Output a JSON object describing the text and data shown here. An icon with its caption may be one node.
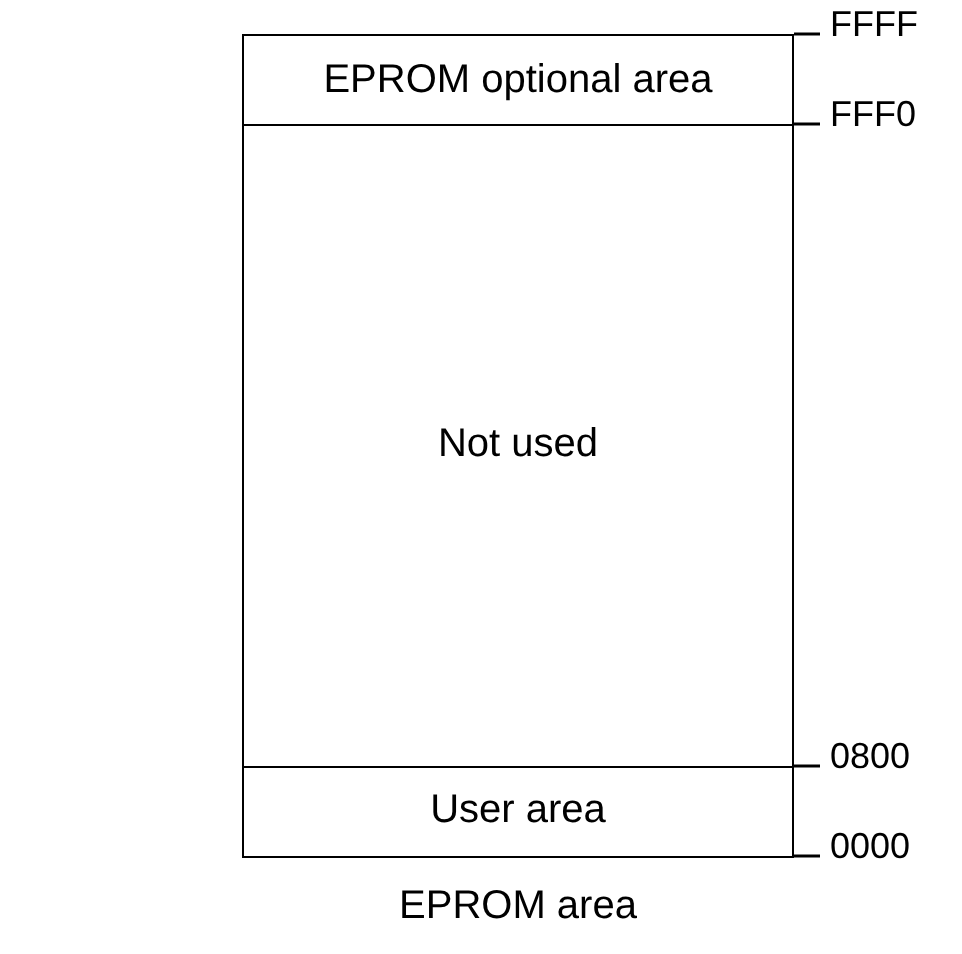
{
  "diagram": {
    "caption": "EPROM area",
    "nodes": [
      {
        "text": [
          "EPROM optional area"
        ]
      },
      {
        "text": [
          "Not used"
        ]
      },
      {
        "text": [
          "User area"
        ]
      }
    ],
    "labels": [
      "FFFF",
      "FFF0",
      "0800",
      "0000"
    ]
  }
}
